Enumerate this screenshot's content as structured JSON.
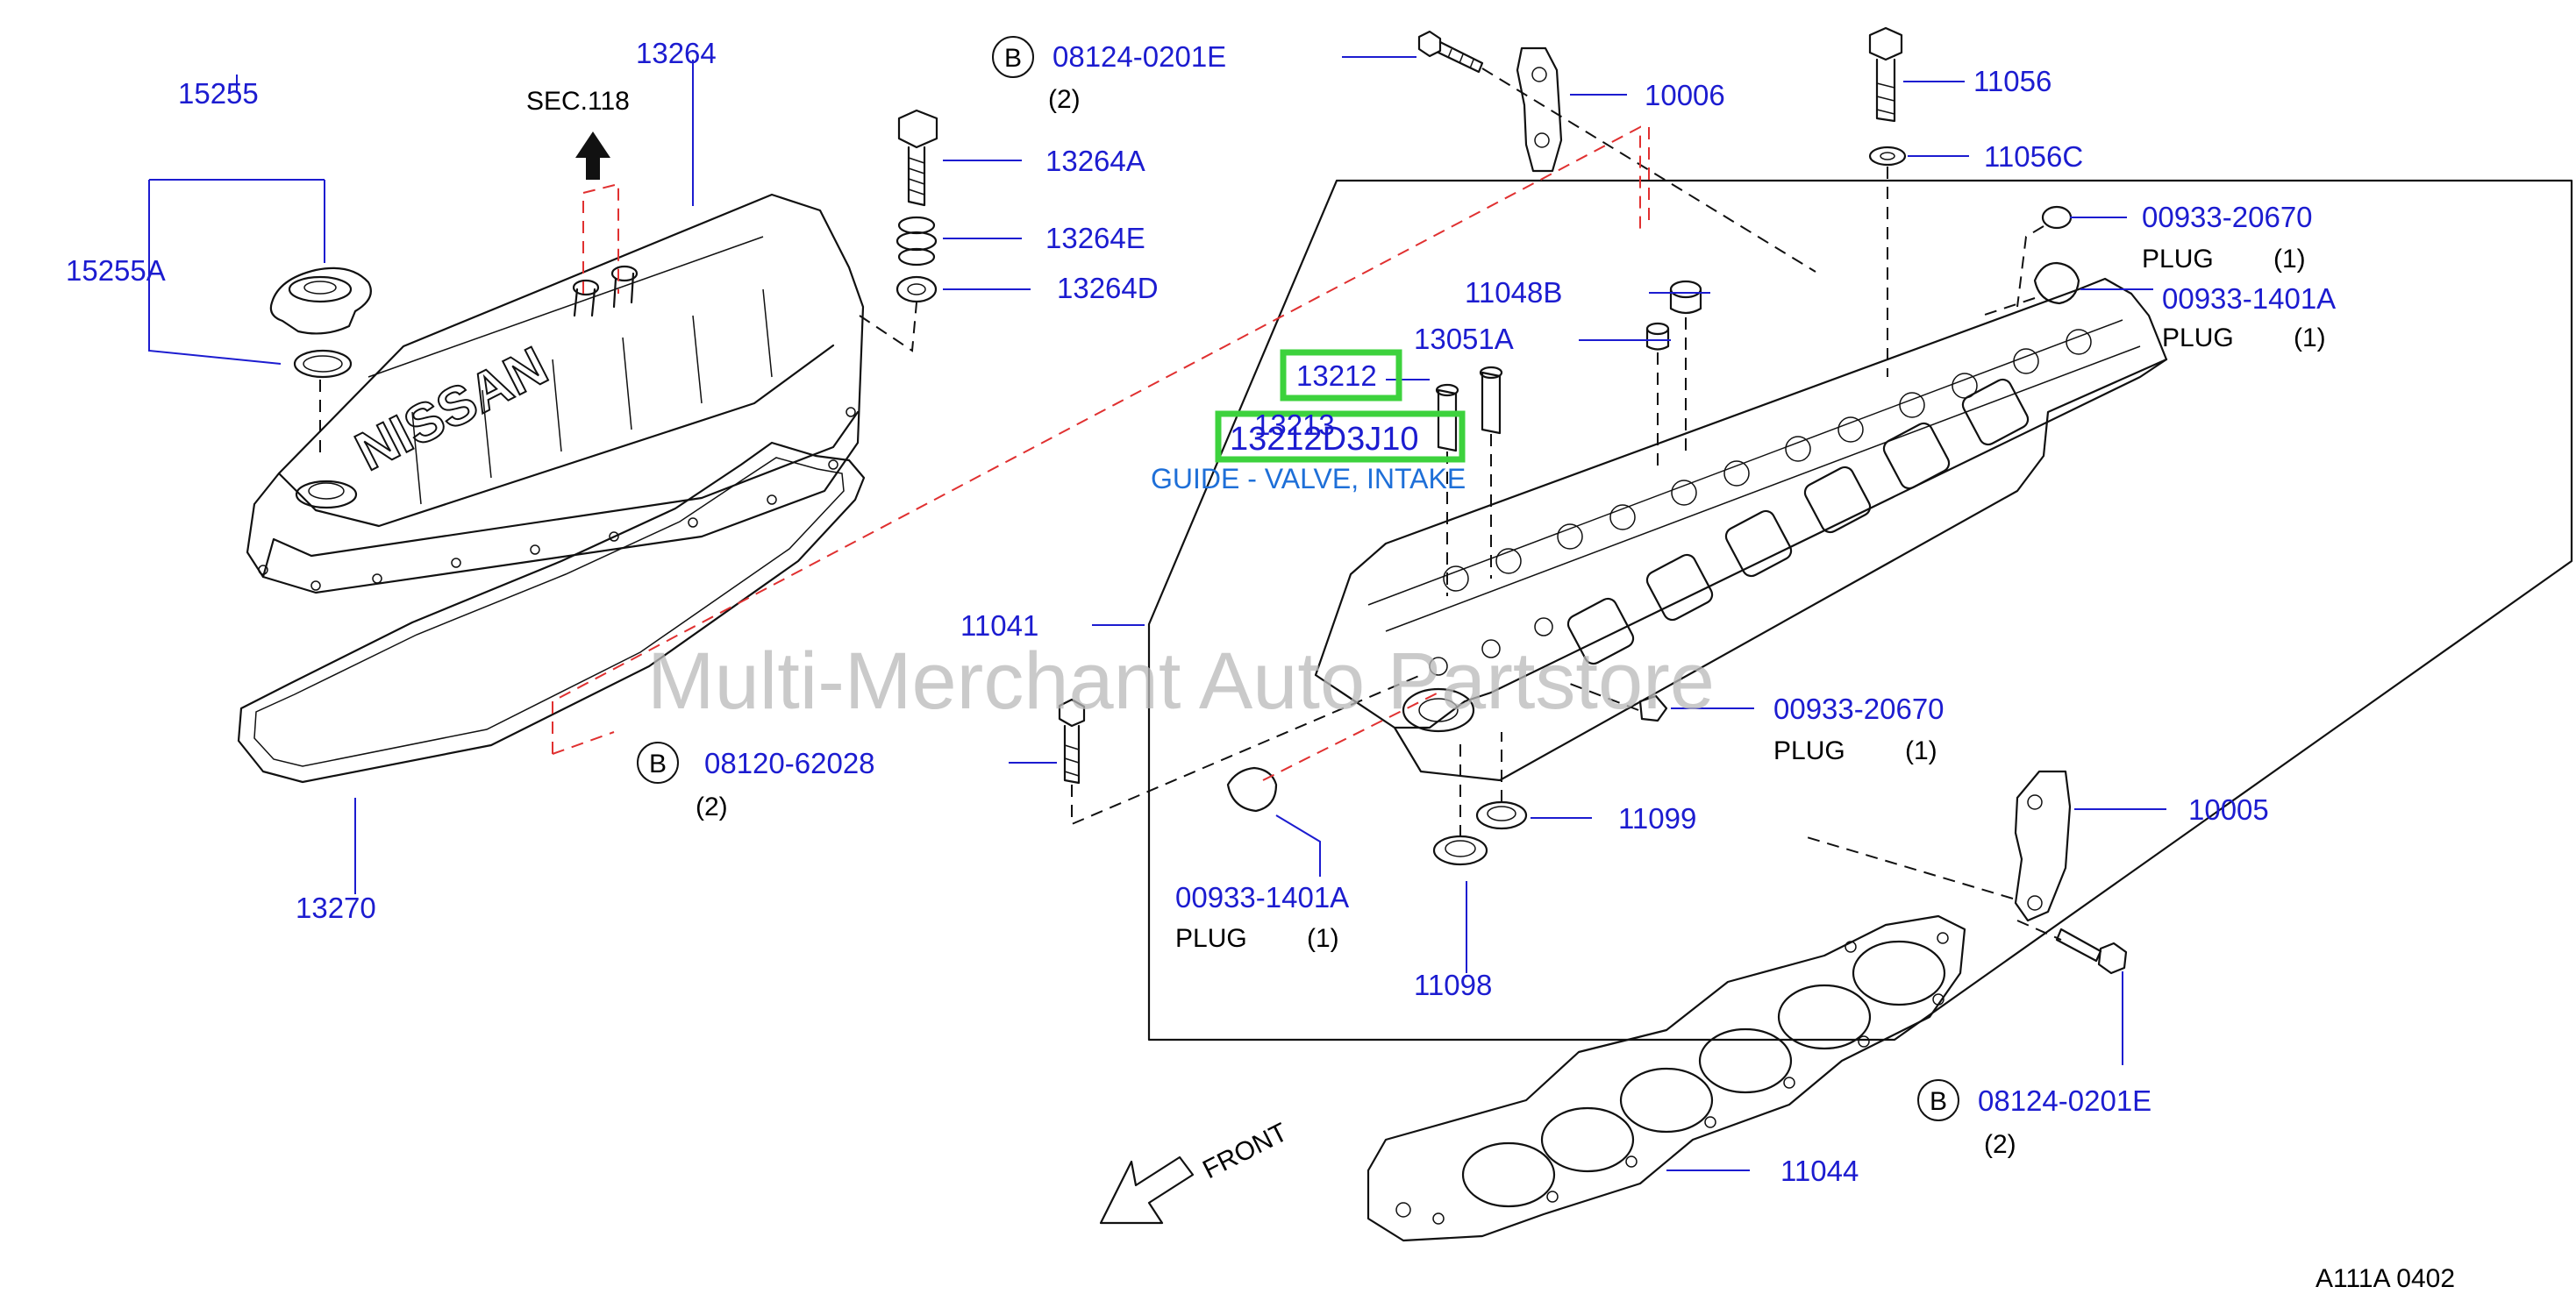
{
  "watermark": "Multi-Merchant Auto Partstore",
  "footer_code": "A111A  0402",
  "front_label": "FRONT",
  "sec_label": "SEC.118",
  "highlight": {
    "part_13212": "13212",
    "selected_pn": "13212D3J10",
    "overlap_text": "13213",
    "description": "GUIDE - VALVE, INTAKE"
  },
  "parts": {
    "p15255": "15255",
    "p15255A": "15255A",
    "p13264": "13264",
    "p13264A": "13264A",
    "p13264E": "13264E",
    "p13264D": "13264D",
    "p13270": "13270",
    "p10006": "10006",
    "p11056": "11056",
    "p11056C": "11056C",
    "p11048B": "11048B",
    "p13051A": "13051A",
    "p11041": "11041",
    "p11099": "11099",
    "p11098": "11098",
    "p10005": "10005",
    "p11044": "11044",
    "p00933_20670_a": "00933-20670",
    "p00933_1401A_a": "00933-1401A",
    "p00933_20670_b": "00933-20670",
    "p00933_1401A_b": "00933-1401A",
    "bolt_08124_top": "08124-0201E",
    "bolt_08120": "08120-62028",
    "bolt_08124_bottom": "08124-0201E"
  },
  "callouts": {
    "b_marker": "B",
    "qty_2": "(2)",
    "plug": "PLUG",
    "qty_1": "(1)"
  }
}
